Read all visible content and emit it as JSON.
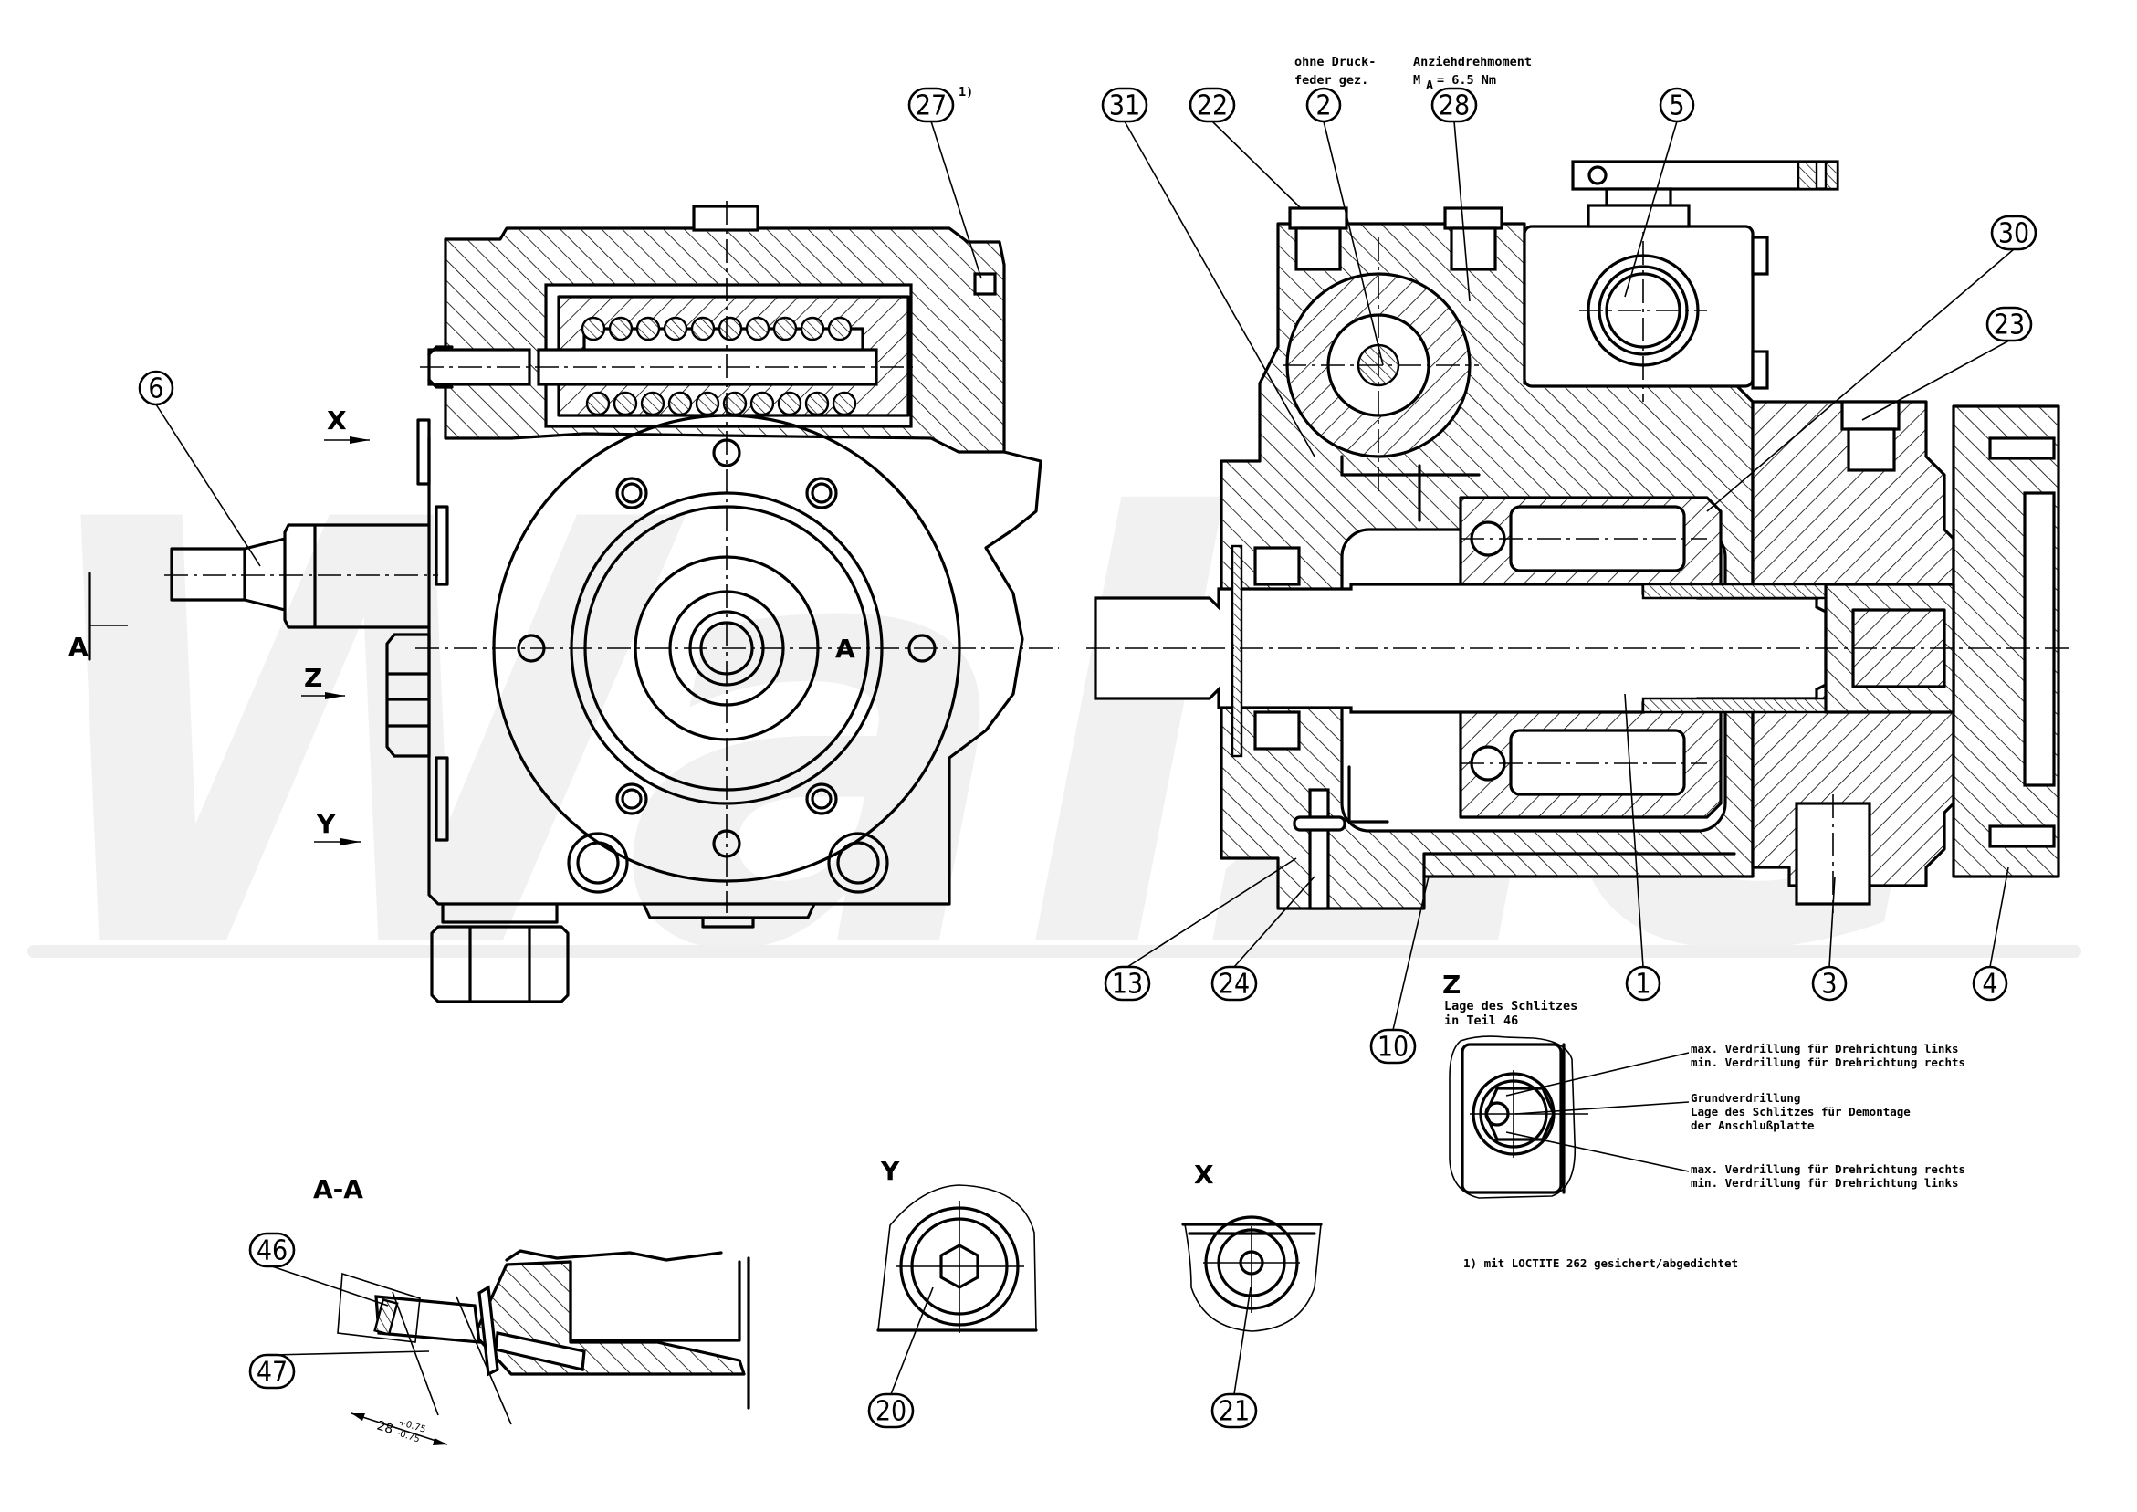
{
  "drawing": {
    "title": "Axial piston pump – sectional assembly drawing",
    "watermark": "Walze",
    "colors": {
      "ink": "#000000",
      "background": "#ffffff",
      "watermark": "#f1f1f1"
    }
  },
  "views": {
    "front_view": {
      "label": "",
      "section_marks": [
        "A",
        "A"
      ],
      "direction_arrows": [
        "X",
        "Z",
        "Y"
      ]
    },
    "section_view": {
      "label": ""
    },
    "section_aa": {
      "label": "A-A"
    },
    "view_y": {
      "label": "Y"
    },
    "view_x": {
      "label": "X"
    },
    "view_z": {
      "label": "Z",
      "caption_lines": [
        "Lage des Schlitzes",
        "in Teil 46"
      ]
    }
  },
  "callouts": [
    {
      "id": "c27",
      "number": "27",
      "superscript": "1)"
    },
    {
      "id": "c6",
      "number": "6"
    },
    {
      "id": "c31",
      "number": "31"
    },
    {
      "id": "c22",
      "number": "22"
    },
    {
      "id": "c2",
      "number": "2"
    },
    {
      "id": "c28",
      "number": "28"
    },
    {
      "id": "c5",
      "number": "5"
    },
    {
      "id": "c30",
      "number": "30"
    },
    {
      "id": "c23",
      "number": "23"
    },
    {
      "id": "c13",
      "number": "13"
    },
    {
      "id": "c24",
      "number": "24"
    },
    {
      "id": "c10",
      "number": "10"
    },
    {
      "id": "c1",
      "number": "1"
    },
    {
      "id": "c3",
      "number": "3"
    },
    {
      "id": "c4",
      "number": "4"
    },
    {
      "id": "c46",
      "number": "46"
    },
    {
      "id": "c47",
      "number": "47"
    },
    {
      "id": "c20",
      "number": "20"
    },
    {
      "id": "c21",
      "number": "21"
    }
  ],
  "annotations": {
    "part2_note": [
      "ohne Druck-",
      "feder gez."
    ],
    "part28_note": [
      "Anziehdrehmoment",
      "M",
      "A",
      "= 6.5 Nm"
    ],
    "z_notes": {
      "upper": [
        "max. Verdrillung für Drehrichtung links",
        "min. Verdrillung für Drehrichtung rechts"
      ],
      "middle": [
        "Grundverdrillung",
        "Lage des Schlitzes für Demontage",
        "der Anschlußplatte"
      ],
      "lower": [
        "max. Verdrillung für Drehrichtung rechts",
        "min. Verdrillung für Drehrichtung links"
      ]
    },
    "footnote": "1) mit LOCTITE 262 gesichert/abgedichtet",
    "dimension_aa": {
      "nominal": "28",
      "upper_tol": "+0.75",
      "lower_tol": "-0.75"
    }
  }
}
